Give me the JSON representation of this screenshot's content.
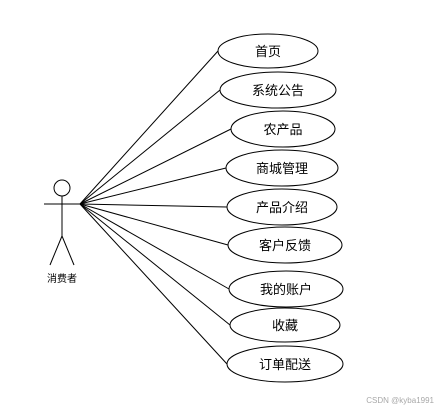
{
  "diagram": {
    "actor": {
      "label": "消费者"
    },
    "use_cases": [
      {
        "label": "首页"
      },
      {
        "label": "系统公告"
      },
      {
        "label": "农产品"
      },
      {
        "label": "商城管理"
      },
      {
        "label": "产品介绍"
      },
      {
        "label": "客户反馈"
      },
      {
        "label": "我的账户"
      },
      {
        "label": "收藏"
      },
      {
        "label": "订单配送"
      }
    ],
    "watermark": "CSDN @kyba1991"
  },
  "colors": {
    "stroke": "#000000",
    "fill": "#ffffff",
    "watermark": "#a8a8a8"
  }
}
